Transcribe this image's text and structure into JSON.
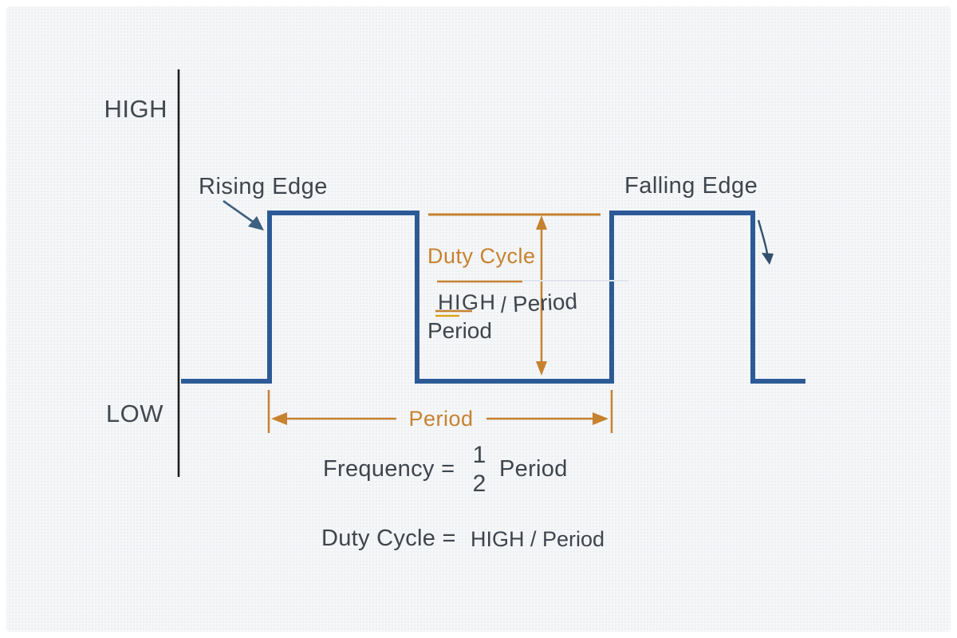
{
  "labels": {
    "high": "HIGH",
    "low": "LOW",
    "rising_edge": "Rising Edge",
    "falling_edge": "Falling Edge",
    "duty_cycle": "Duty Cycle",
    "period": "Period"
  },
  "duty_fraction": {
    "numerator": "HIGH",
    "inline": "/ Period",
    "denominator": "Period"
  },
  "formulas": {
    "frequency": {
      "lhs": "Frequency =",
      "numerator": "1",
      "denominator": "2",
      "rhs": "Period"
    },
    "duty_cycle": {
      "lhs": "Duty Cycle =",
      "rhs": "HIGH / Period"
    }
  },
  "colors": {
    "wave_blue": "#2d5a96",
    "annotation_orange": "#c6822f",
    "underline_gold": "#d9a41f",
    "text_dark": "#3e454d",
    "axis_black": "#1d1d1f",
    "background": "#edeff2"
  }
}
